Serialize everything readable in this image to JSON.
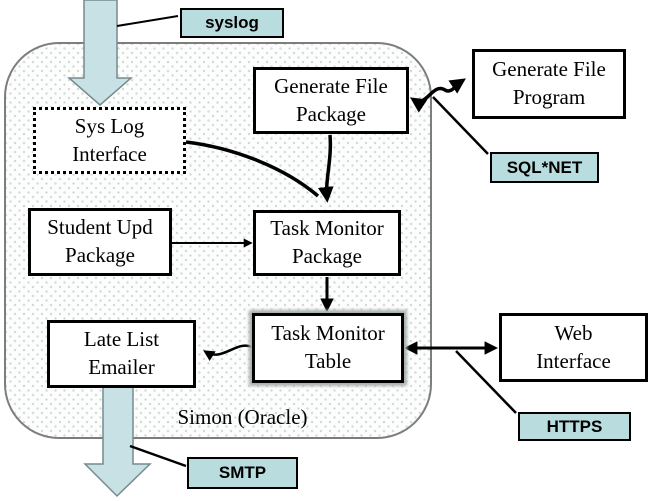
{
  "diagram": {
    "container_label": "Simon (Oracle)",
    "nodes": {
      "sys_log_interface": {
        "label": "Sys Log\nInterface"
      },
      "generate_file_package": {
        "label": "Generate File\nPackage"
      },
      "generate_file_program": {
        "label": "Generate File\nProgram"
      },
      "student_upd_package": {
        "label": "Student Upd\nPackage"
      },
      "task_monitor_package": {
        "label": "Task Monitor\nPackage"
      },
      "task_monitor_table": {
        "label": "Task Monitor\nTable"
      },
      "late_list_emailer": {
        "label": "Late List\nEmailer"
      },
      "web_interface": {
        "label": "Web\nInterface"
      }
    },
    "protocols": {
      "syslog": "syslog",
      "sqlnet": "SQL*NET",
      "https": "HTTPS",
      "smtp": "SMTP"
    },
    "edges": [
      {
        "from": "external-syslog-feed",
        "to": "sys_log_interface",
        "type": "block-arrow",
        "protocol": "syslog"
      },
      {
        "from": "sys_log_interface",
        "to": "task_monitor_package",
        "type": "arrow"
      },
      {
        "from": "generate_file_package",
        "to": "task_monitor_package",
        "type": "arrow"
      },
      {
        "from": "generate_file_package",
        "to": "generate_file_program",
        "type": "bidirectional-arrow",
        "protocol": "SQL*NET"
      },
      {
        "from": "student_upd_package",
        "to": "task_monitor_package",
        "type": "arrow"
      },
      {
        "from": "task_monitor_package",
        "to": "task_monitor_table",
        "type": "arrow"
      },
      {
        "from": "task_monitor_table",
        "to": "web_interface",
        "type": "bidirectional-arrow",
        "protocol": "HTTPS"
      },
      {
        "from": "task_monitor_table",
        "to": "late_list_emailer",
        "type": "arrow"
      },
      {
        "from": "late_list_emailer",
        "to": "external-smtp",
        "type": "block-arrow",
        "protocol": "SMTP"
      }
    ],
    "colors": {
      "protocol_label_fill": "#b9dcde",
      "block_arrow_fill": "#c8e1e5",
      "block_arrow_border": "#778b8e",
      "container_border": "#7d7d7d",
      "box_border": "#000000",
      "stipple_dot": "#cfdcd2"
    }
  }
}
